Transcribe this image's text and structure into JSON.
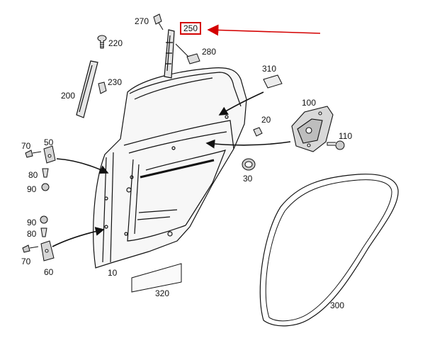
{
  "colors": {
    "highlight": "#d40000",
    "line": "#111111",
    "part_fill": "#e6e6e6"
  },
  "highlight_part": "250",
  "parts": [
    {
      "number": "10",
      "name": "door-shell"
    },
    {
      "number": "20",
      "name": "clip"
    },
    {
      "number": "30",
      "name": "grommet"
    },
    {
      "number": "50",
      "name": "upper-hinge"
    },
    {
      "number": "60",
      "name": "lower-hinge"
    },
    {
      "number": "70",
      "name": "hinge-bolt-upper"
    },
    {
      "number": "70",
      "name": "hinge-bolt-lower"
    },
    {
      "number": "80",
      "name": "pin-upper"
    },
    {
      "number": "80",
      "name": "pin-lower"
    },
    {
      "number": "90",
      "name": "cap-upper"
    },
    {
      "number": "90",
      "name": "cap-lower"
    },
    {
      "number": "100",
      "name": "lock-mechanism"
    },
    {
      "number": "110",
      "name": "lock-screw"
    },
    {
      "number": "200",
      "name": "window-trim-front"
    },
    {
      "number": "220",
      "name": "trim-clip"
    },
    {
      "number": "230",
      "name": "trim-fastener"
    },
    {
      "number": "250",
      "name": "window-trim-rear"
    },
    {
      "number": "270",
      "name": "rear-trim-clip"
    },
    {
      "number": "280",
      "name": "trim-bracket"
    },
    {
      "number": "300",
      "name": "door-seal"
    },
    {
      "number": "310",
      "name": "foam-pad"
    },
    {
      "number": "320",
      "name": "insulation-pad"
    }
  ]
}
